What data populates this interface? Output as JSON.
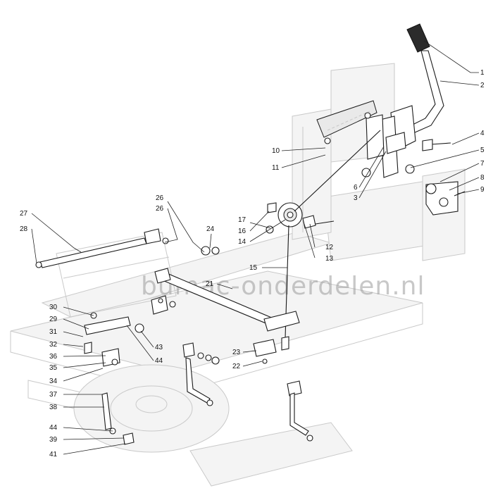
{
  "diagram": {
    "watermark": "bumac-onderdelen.nl",
    "callouts": [
      {
        "id": "c1",
        "label": "1"
      },
      {
        "id": "c2",
        "label": "2"
      },
      {
        "id": "c4",
        "label": "4"
      },
      {
        "id": "c5",
        "label": "5"
      },
      {
        "id": "c7",
        "label": "7"
      },
      {
        "id": "c8",
        "label": "8"
      },
      {
        "id": "c9",
        "label": "9"
      },
      {
        "id": "c10",
        "label": "10"
      },
      {
        "id": "c11",
        "label": "11"
      },
      {
        "id": "c6",
        "label": "6"
      },
      {
        "id": "c3",
        "label": "3"
      },
      {
        "id": "c26a",
        "label": "26"
      },
      {
        "id": "c26b",
        "label": "26"
      },
      {
        "id": "c24",
        "label": "24"
      },
      {
        "id": "c17",
        "label": "17"
      },
      {
        "id": "c16",
        "label": "16"
      },
      {
        "id": "c14",
        "label": "14"
      },
      {
        "id": "c27",
        "label": "27"
      },
      {
        "id": "c28",
        "label": "28"
      },
      {
        "id": "c12",
        "label": "12"
      },
      {
        "id": "c13",
        "label": "13"
      },
      {
        "id": "c15",
        "label": "15"
      },
      {
        "id": "c21",
        "label": "21"
      },
      {
        "id": "c30",
        "label": "30"
      },
      {
        "id": "c29",
        "label": "29"
      },
      {
        "id": "c31",
        "label": "31"
      },
      {
        "id": "c32",
        "label": "32"
      },
      {
        "id": "c36",
        "label": "36"
      },
      {
        "id": "c35",
        "label": "35"
      },
      {
        "id": "c43",
        "label": "43"
      },
      {
        "id": "c44a",
        "label": "44"
      },
      {
        "id": "c34",
        "label": "34"
      },
      {
        "id": "c23",
        "label": "23"
      },
      {
        "id": "c22",
        "label": "22"
      },
      {
        "id": "c37",
        "label": "37"
      },
      {
        "id": "c38",
        "label": "38"
      },
      {
        "id": "c44b",
        "label": "44"
      },
      {
        "id": "c39",
        "label": "39"
      },
      {
        "id": "c41",
        "label": "41"
      }
    ]
  }
}
